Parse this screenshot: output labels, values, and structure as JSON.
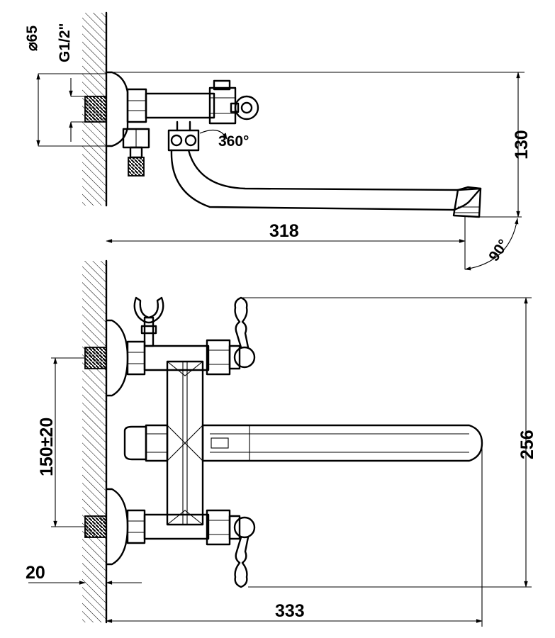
{
  "drawing": {
    "labels": {
      "diameter": "⌀65",
      "thread": "G1/2\"",
      "rotation": "360°",
      "height_top": "130",
      "reach_top": "318",
      "angle": "90°",
      "center_distance": "150±20",
      "wall_gap": "20",
      "height_front": "256",
      "reach_front": "333"
    }
  }
}
